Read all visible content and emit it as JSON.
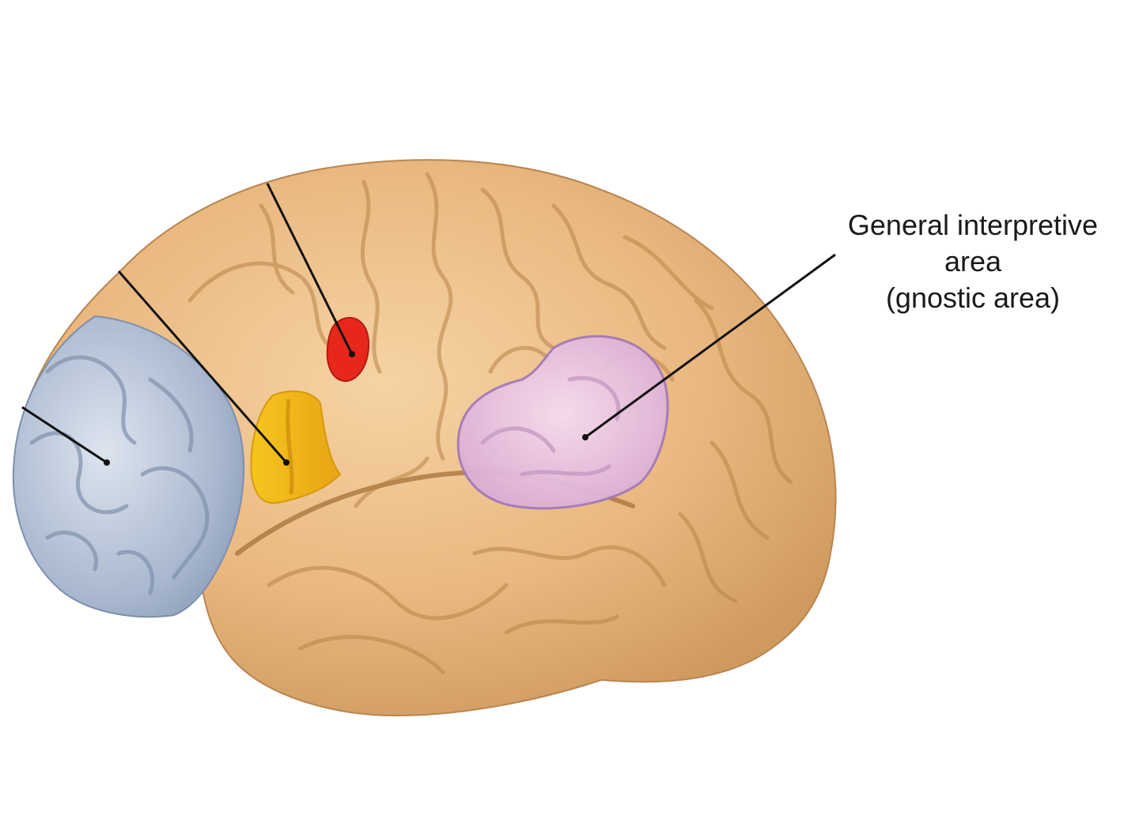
{
  "figure": {
    "regions": [
      {
        "name": "frontal-prefrontal-region",
        "color": "#9fb0c8"
      },
      {
        "name": "premotor-region",
        "color": "#f2b51e"
      },
      {
        "name": "small-motor-region",
        "color": "#e52a1e"
      },
      {
        "name": "general-interpretive-region",
        "color": "#e2b4dc"
      }
    ],
    "brain_color": "#e8b67e",
    "leader_line_color": "#111111"
  },
  "labels": {
    "general_interpretive": {
      "line1": "General interpretive",
      "line2": "area",
      "line3": "(gnostic area)"
    }
  }
}
